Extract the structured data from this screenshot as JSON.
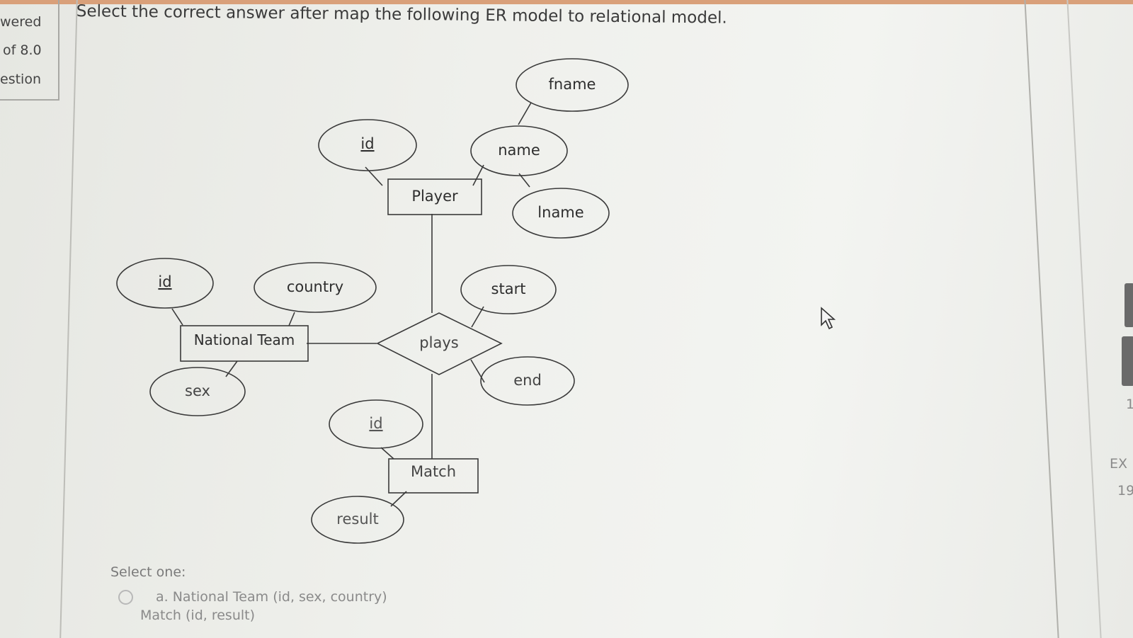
{
  "sidebar": {
    "answered_label": "wered",
    "marks_label": "of 8.0",
    "question_label": "estion"
  },
  "question": {
    "text": "Select the correct answer after map the following ER model to relational model."
  },
  "er_diagram": {
    "entities": {
      "player": "Player",
      "national_team": "National Team",
      "match": "Match"
    },
    "relationship": "plays",
    "attributes": {
      "player_id": "id",
      "player_name": "name",
      "player_fname": "fname",
      "player_lname": "lname",
      "team_id": "id",
      "team_country": "country",
      "team_sex": "sex",
      "plays_start": "start",
      "plays_end": "end",
      "match_id": "id",
      "match_result": "result"
    }
  },
  "answers": {
    "select_one_label": "Select one:",
    "option_a_line1": "a. National Team (id, sex, country)",
    "option_a_line2": "Match (id, result)"
  },
  "right_panel": {
    "digit": "1",
    "exam_label": "EX",
    "number": "19"
  }
}
